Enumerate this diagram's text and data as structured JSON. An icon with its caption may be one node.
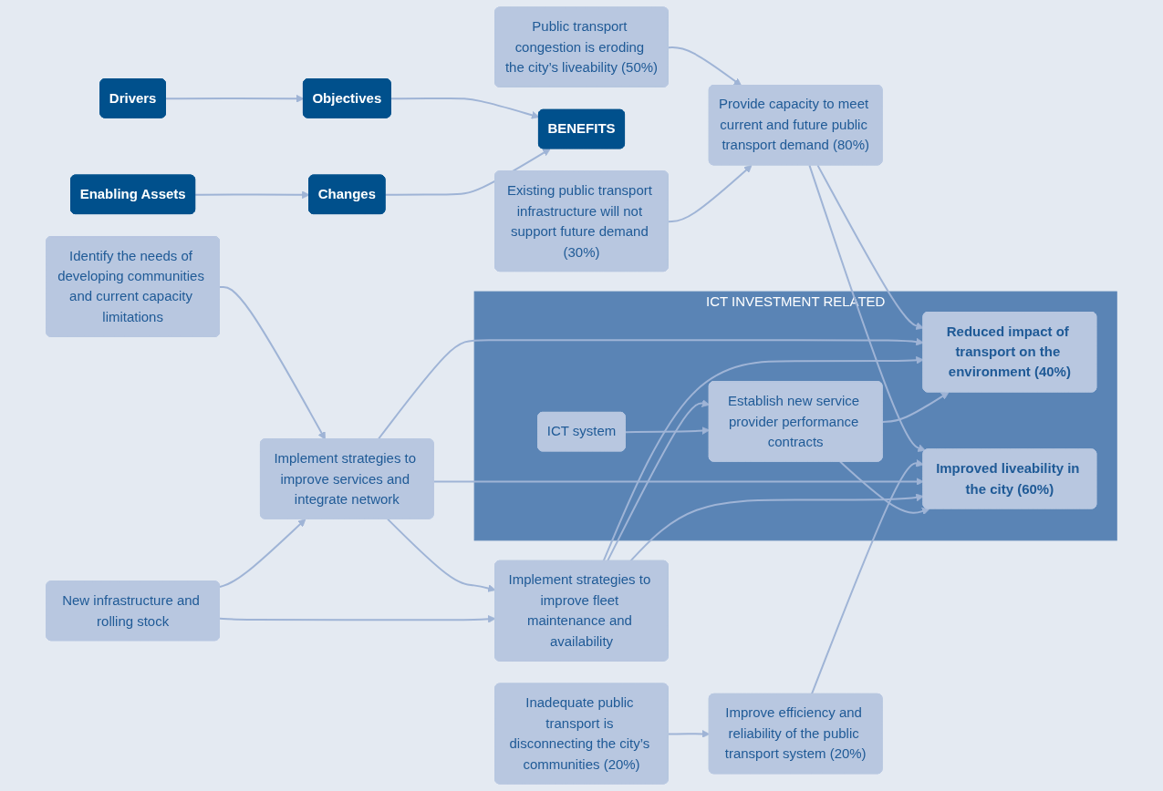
{
  "diagram": {
    "nodes": [
      {
        "text": [
          "Drivers"
        ]
      },
      {
        "text": [
          "Objectives"
        ]
      },
      {
        "text": [
          "BENEFITS"
        ]
      },
      {
        "text": [
          "Changes"
        ]
      },
      {
        "text": [
          "Enabling Assets"
        ]
      },
      {
        "text": [
          "ICT INVESTMENT RELATED"
        ]
      },
      {
        "text": [
          "Public transport congestion is eroding the city’s liveability (50%)"
        ]
      },
      {
        "text": [
          "Existing public transport infrastructure will not support future demand (30%)"
        ]
      },
      {
        "text": [
          "Inadequate public transport is disconnecting the city’s communities (20%)"
        ]
      },
      {
        "text": [
          "Provide capacity to meet current and future public transport demand (80%)"
        ]
      },
      {
        "text": [
          "Improve efficiency and reliability of the public transport system (20%)"
        ]
      },
      {
        "text": [
          "Reduced impact of transport on the environment (40%)"
        ],
        "in": 5
      },
      {
        "text": [
          "Improved liveability in the city (60%)"
        ],
        "in": 5
      },
      {
        "text": [
          "Identify the needs of developing communities and current capacity limitations"
        ]
      },
      {
        "text": [
          "Implement strategies to improve services and integrate network"
        ]
      },
      {
        "text": [
          "Implement strategies to improve fleet maintenance and availability"
        ]
      },
      {
        "text": [
          "Establish new service provider performance contracts"
        ],
        "in": 5
      },
      {
        "text": [
          "New infrastructure and rolling stock"
        ]
      },
      {
        "text": [
          "ICT system"
        ],
        "in": 5
      }
    ],
    "edges": [
      {
        "from": 0,
        "to": 1,
        "arrow": "to"
      },
      {
        "from": 1,
        "to": 2,
        "arrow": "to"
      },
      {
        "from": 3,
        "to": 2,
        "arrow": "to"
      },
      {
        "from": 4,
        "to": 3,
        "arrow": "to"
      },
      {
        "from": 6,
        "to": 9,
        "arrow": "to"
      },
      {
        "from": 7,
        "to": 9,
        "arrow": "to"
      },
      {
        "from": 8,
        "to": 10,
        "arrow": "to"
      },
      {
        "from": 9,
        "to": 11,
        "arrow": "to"
      },
      {
        "from": 9,
        "to": 12,
        "arrow": "to"
      },
      {
        "from": 10,
        "to": 12,
        "arrow": "to"
      },
      {
        "from": 13,
        "to": 14,
        "arrow": "to"
      },
      {
        "from": 14,
        "to": 15,
        "arrow": "to"
      },
      {
        "from": 15,
        "to": 16,
        "arrow": "to"
      },
      {
        "from": 14,
        "to": 11,
        "arrow": "to"
      },
      {
        "from": 14,
        "to": 12,
        "arrow": "to"
      },
      {
        "from": 15,
        "to": 11,
        "arrow": "to"
      },
      {
        "from": 15,
        "to": 12,
        "arrow": "to"
      },
      {
        "from": 16,
        "to": 11,
        "arrow": "to"
      },
      {
        "from": 16,
        "to": 12,
        "arrow": "to"
      },
      {
        "from": 17,
        "to": 14,
        "arrow": "to"
      },
      {
        "from": 17,
        "to": 15,
        "arrow": "to"
      },
      {
        "from": 18,
        "to": 16,
        "arrow": "to"
      }
    ]
  }
}
